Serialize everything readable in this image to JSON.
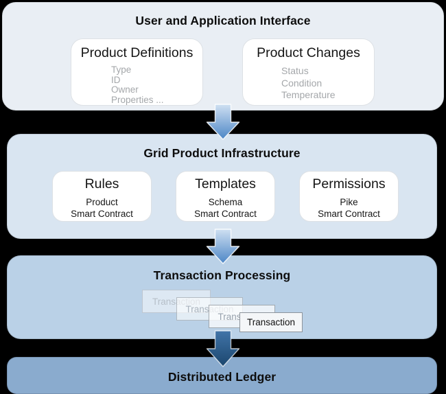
{
  "page": {
    "background": "#000000"
  },
  "sections": [
    {
      "id": "user-application-interface",
      "title": "User and Application Interface",
      "bg": "#e9eef4",
      "boxes": [
        {
          "title": "Product Definitions",
          "items": [
            "Type",
            "ID",
            "Owner",
            "Properties ..."
          ]
        },
        {
          "title": "Product Changes",
          "items": [
            "Status",
            "Condition",
            "Temperature"
          ]
        }
      ]
    },
    {
      "id": "grid-product-infrastructure",
      "title": "Grid Product Infrastructure",
      "bg": "#d9e5f1",
      "boxes": [
        {
          "title": "Rules",
          "lines": [
            "Product",
            "Smart Contract"
          ]
        },
        {
          "title": "Templates",
          "lines": [
            "Schema",
            "Smart Contract"
          ]
        },
        {
          "title": "Permissions",
          "lines": [
            "Pike",
            "Smart Contract"
          ]
        }
      ]
    },
    {
      "id": "transaction-processing",
      "title": "Transaction Processing",
      "bg": "#bad1e7",
      "stack": {
        "label": "Transaction",
        "count": 4
      }
    },
    {
      "id": "distributed-ledger",
      "title": "Distributed Ledger",
      "bg": "#8aabce"
    }
  ],
  "arrows": {
    "light": {
      "from": "#cfe0f2",
      "to": "#4c86c6"
    },
    "dark": {
      "from": "#4174a8",
      "to": "#1b466e"
    }
  }
}
